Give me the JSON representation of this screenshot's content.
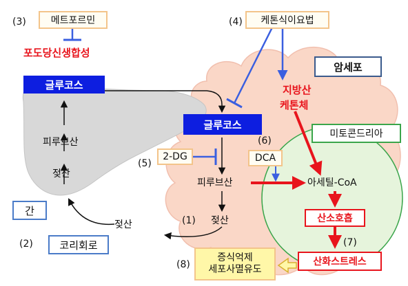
{
  "labels": {
    "num3": "(3)",
    "metformin": "메트포르민",
    "gluconeogenesis": "포도당신생합성",
    "num4": "(4)",
    "ketogenic_diet": "케톤식이요법",
    "cancer_cell": "암세포",
    "glucose_liver": "글루코스",
    "glucose_cell": "글루코스",
    "fatty_acid_line1": "지방산",
    "fatty_acid_line2": "케톤체",
    "mitochondria": "미토콘드리아",
    "num6": "(6)",
    "dca": "DCA",
    "num5": "(5)",
    "two_dg": "2-DG",
    "pyruvate_liver": "피루브산",
    "lactate_liver": "젖산",
    "pyruvate_cell": "피루브산",
    "acetyl_coa": "아세틸-CoA",
    "oxidative_phosphorylation": "산소호흡",
    "liver": "간",
    "num1": "(1)",
    "lactate_cell": "젖산",
    "lactate_between": "젖산",
    "num7": "(7)",
    "num2": "(2)",
    "cori_cycle": "코리회로",
    "oxidative_stress": "산화스트레스",
    "num8": "(8)",
    "outcome_line1": "증식억제",
    "outcome_line2": "세포사멸유도"
  },
  "colors": {
    "blue": "#0d1ee0",
    "red": "#e8141c",
    "green": "#3aa54a",
    "liver_fill": "#d8d8d8",
    "cell_fill": "#fad7c7",
    "mito_fill": "#e6f4dc",
    "arrow_blue": "#3a5fe0"
  }
}
